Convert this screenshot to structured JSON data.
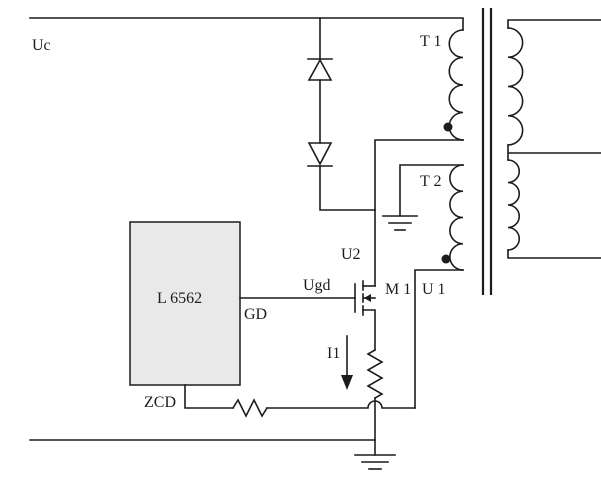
{
  "labels": {
    "uc": "Uc",
    "t1": "T 1",
    "t2": "T 2",
    "u2": "U2",
    "ugd": "Ugd",
    "m1": "M 1",
    "u1": "U 1",
    "chip": "L 6562",
    "gd": "GD",
    "zcd": "ZCD",
    "i1": "I1"
  },
  "colors": {
    "wire": "#1c1c1c",
    "chip_fill": "#e9e9e9",
    "background": "#ffffff"
  }
}
